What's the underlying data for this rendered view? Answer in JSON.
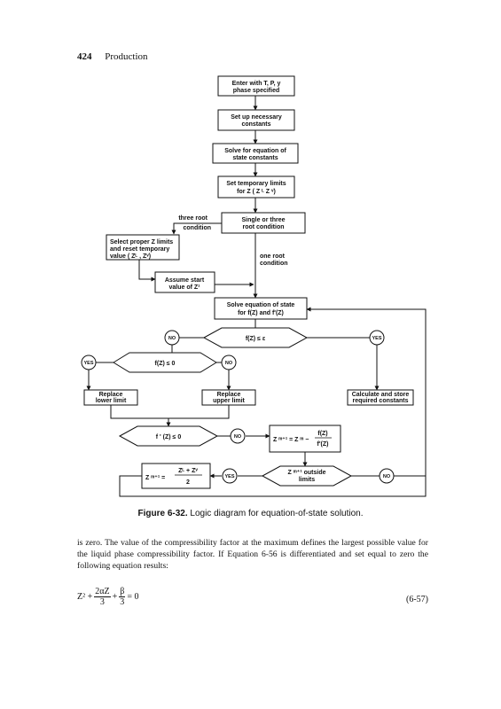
{
  "header": {
    "page_number": "424",
    "section": "Production"
  },
  "flowchart": {
    "boxes": {
      "enter": [
        "Enter with T, P, y",
        "phase specified"
      ],
      "setup": [
        "Set up necessary",
        "constants"
      ],
      "solve_const": [
        "Solve for equation of",
        "state constants"
      ],
      "temp_limits": [
        "Set temporary limits",
        "for Z ( Z ᴸ Z ᵛ)"
      ],
      "single_three": [
        "Single or three",
        "root condition"
      ],
      "select": [
        "Select proper Z limits",
        "and reset temporary",
        "value ( Zᴸ , Zᵛ)"
      ],
      "assume": [
        "Assume start",
        "value of Z¹"
      ],
      "solve_f": [
        "Solve equation of state",
        "for f(Z) and f'(Z)"
      ],
      "replace_lower": [
        "Replace",
        "lower limit"
      ],
      "replace_upper": [
        "Replace",
        "upper limit"
      ],
      "calc_store": [
        "Calculate and store",
        "required constants"
      ],
      "newton": [
        "Z ᵐ⁺¹ = Z ᵐ −",
        "f(Z)",
        "f'(Z)"
      ],
      "bisect": [
        "Z ᵐ⁺¹ =",
        "Zᴸ + Zᵛ",
        "2"
      ]
    },
    "labels": {
      "three_root": [
        "three root",
        "condition"
      ],
      "one_root": [
        "one root",
        "condition"
      ]
    },
    "decisions": {
      "f_le_eps": "f(Z)  ≤  ε",
      "f_le_0": "f(Z)  ≤  0",
      "fprime_le_0": "f ' (Z)  ≤  0",
      "outside": [
        "Z ᵐ⁺¹ outside",
        "limits"
      ]
    },
    "circles": {
      "no": "NO",
      "yes": "YES"
    }
  },
  "caption": {
    "figure_label": "Figure 6-32.",
    "text": " Logic diagram for equation-of-state solution."
  },
  "body_text": "is zero. The value of the compressibility factor at the maximum defines the largest possible value for the liquid phase compressibility factor. If Equation 6-56 is differentiated and set equal to zero the following equation results:",
  "equation": {
    "lhs_start": "Z² +",
    "frac1_num": "2αZ",
    "frac1_den": "3",
    "plus": "+",
    "frac2_num": "β",
    "frac2_den": "3",
    "rhs": "= 0",
    "number": "(6-57)"
  }
}
